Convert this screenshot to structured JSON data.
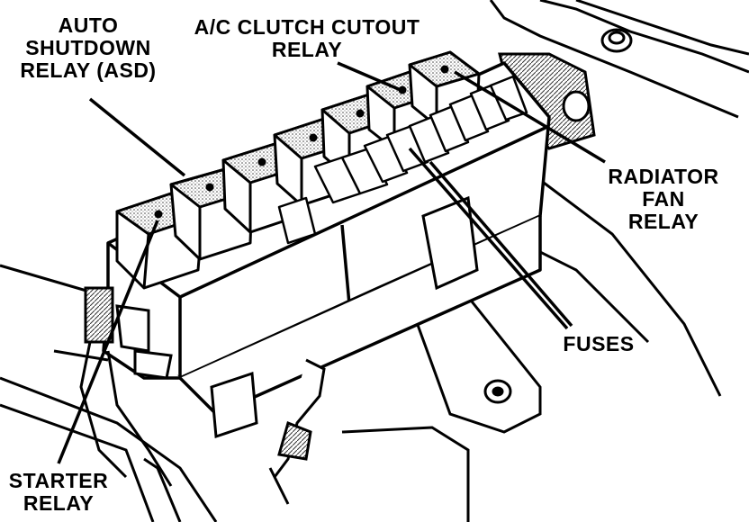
{
  "labels": {
    "asd": [
      "AUTO",
      "SHUTDOWN",
      "RELAY (ASD)"
    ],
    "ac_clutch": [
      "A/C CLUTCH CUTOUT",
      "RELAY"
    ],
    "radiator": [
      "RADIATOR",
      "FAN",
      "RELAY"
    ],
    "fuses": [
      "FUSES"
    ],
    "starter": [
      "STARTER",
      "RELAY"
    ]
  }
}
